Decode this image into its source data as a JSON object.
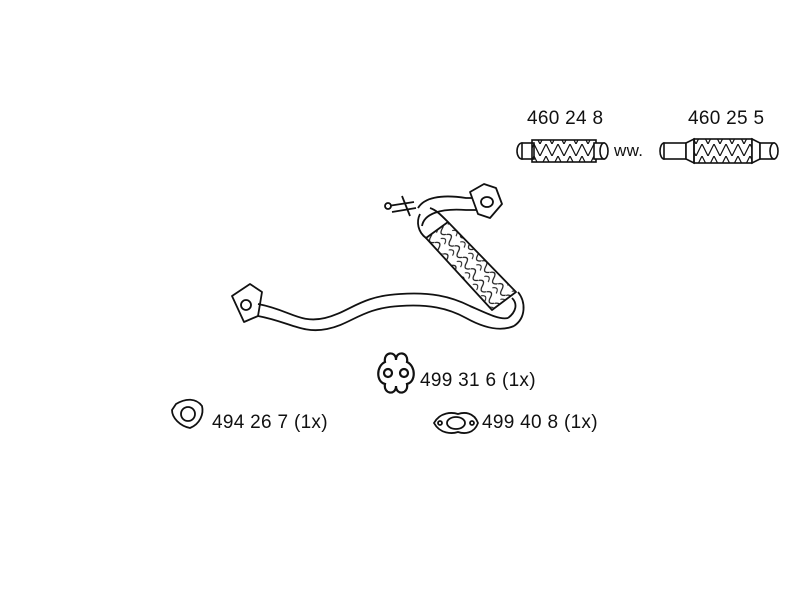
{
  "parts": {
    "flex_pipe_a": {
      "number": "460 24 8"
    },
    "or_text": "ww.",
    "flex_pipe_b": {
      "number": "460 25 5"
    },
    "hanger": {
      "label": "499 31 6 (1x)"
    },
    "gasket_triangle": {
      "label": "494 26 7 (1x)"
    },
    "gasket_oval": {
      "label": "499 40 8 (1x)"
    }
  },
  "colors": {
    "line": "#111111",
    "background": "#ffffff"
  },
  "icons": [
    "flex-pipe-icon",
    "exhaust-front-pipe-icon",
    "rubber-hanger-icon",
    "triangle-gasket-icon",
    "oval-gasket-icon"
  ]
}
